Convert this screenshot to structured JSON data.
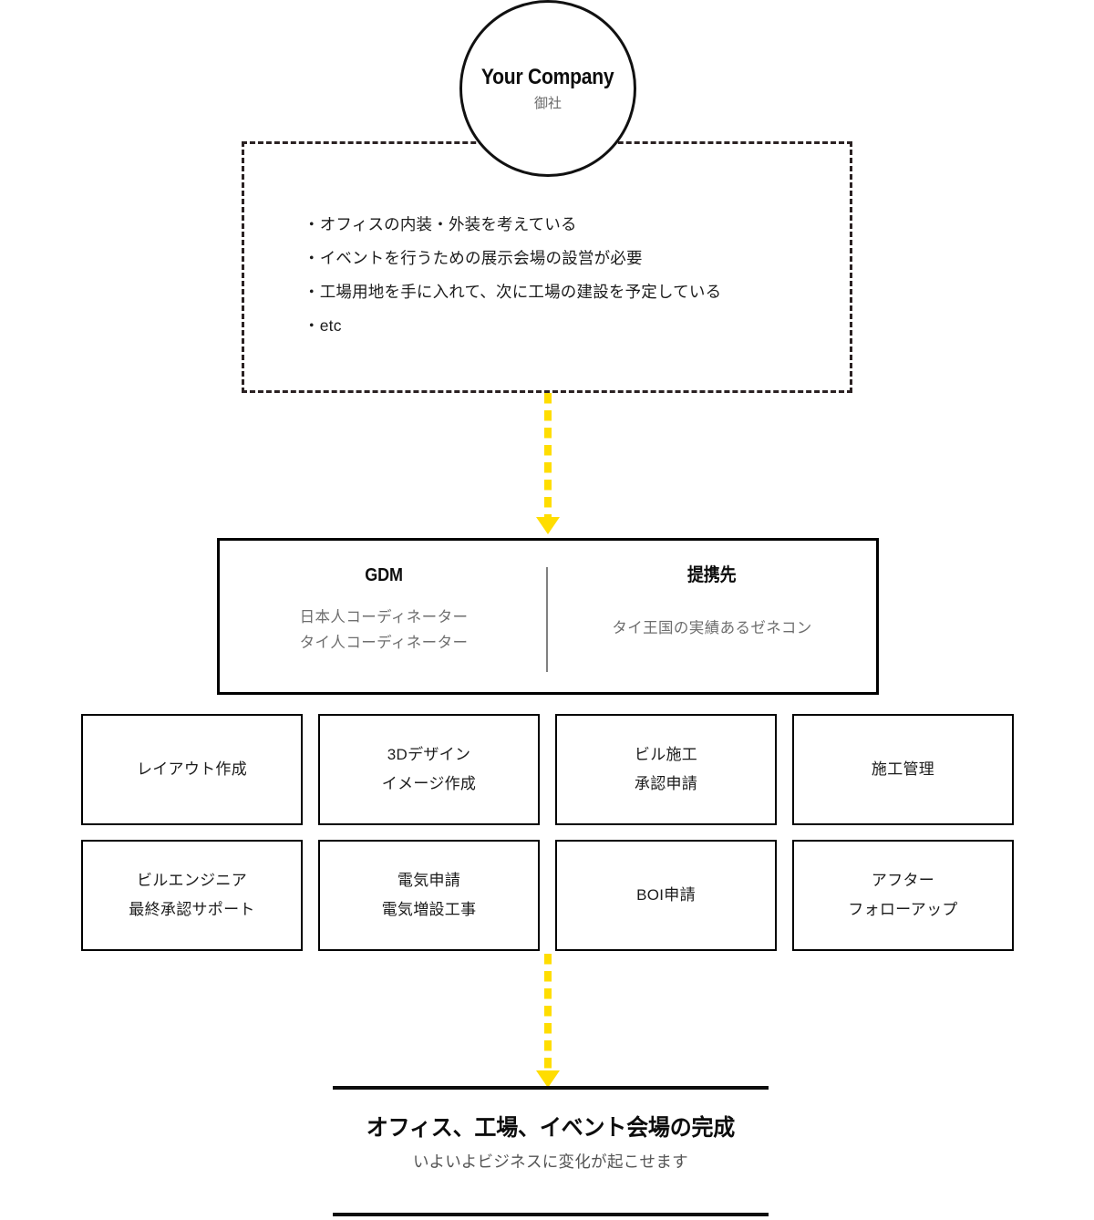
{
  "diagram": {
    "company": {
      "name": "Your Company",
      "subtitle": "御社"
    },
    "needs": {
      "items": [
        "・オフィスの内装・外装を考えている",
        "・イベントを行うための展示会場の設営が必要",
        "・工場用地を手に入れて、次に工場の建設を予定している",
        "・etc"
      ]
    },
    "providers": {
      "gdm": {
        "title": "GDM",
        "lines": [
          "日本人コーディネーター",
          "タイ人コーディネーター"
        ]
      },
      "partner": {
        "title": "提携先",
        "lines": [
          "タイ王国の実績あるゼネコン"
        ]
      }
    },
    "services": [
      {
        "lines": [
          "レイアウト作成"
        ]
      },
      {
        "lines": [
          "3Dデザイン",
          "イメージ作成"
        ]
      },
      {
        "lines": [
          "ビル施工",
          "承認申請"
        ]
      },
      {
        "lines": [
          "施工管理"
        ]
      },
      {
        "lines": [
          "ビルエンジニア",
          "最終承認サポート"
        ]
      },
      {
        "lines": [
          "電気申請",
          "電気増設工事"
        ]
      },
      {
        "lines": [
          "BOI申請"
        ]
      },
      {
        "lines": [
          "アフター",
          "フォローアップ"
        ]
      }
    ],
    "result": {
      "title": "オフィス、工場、イベント会場の完成",
      "subtitle": "いよいよビジネスに変化が起こせます"
    },
    "colors": {
      "accent_yellow": "#FFDD00",
      "outline_black": "#000000",
      "muted_gray": "#6e6e6e",
      "divider_gray": "#808080"
    }
  }
}
